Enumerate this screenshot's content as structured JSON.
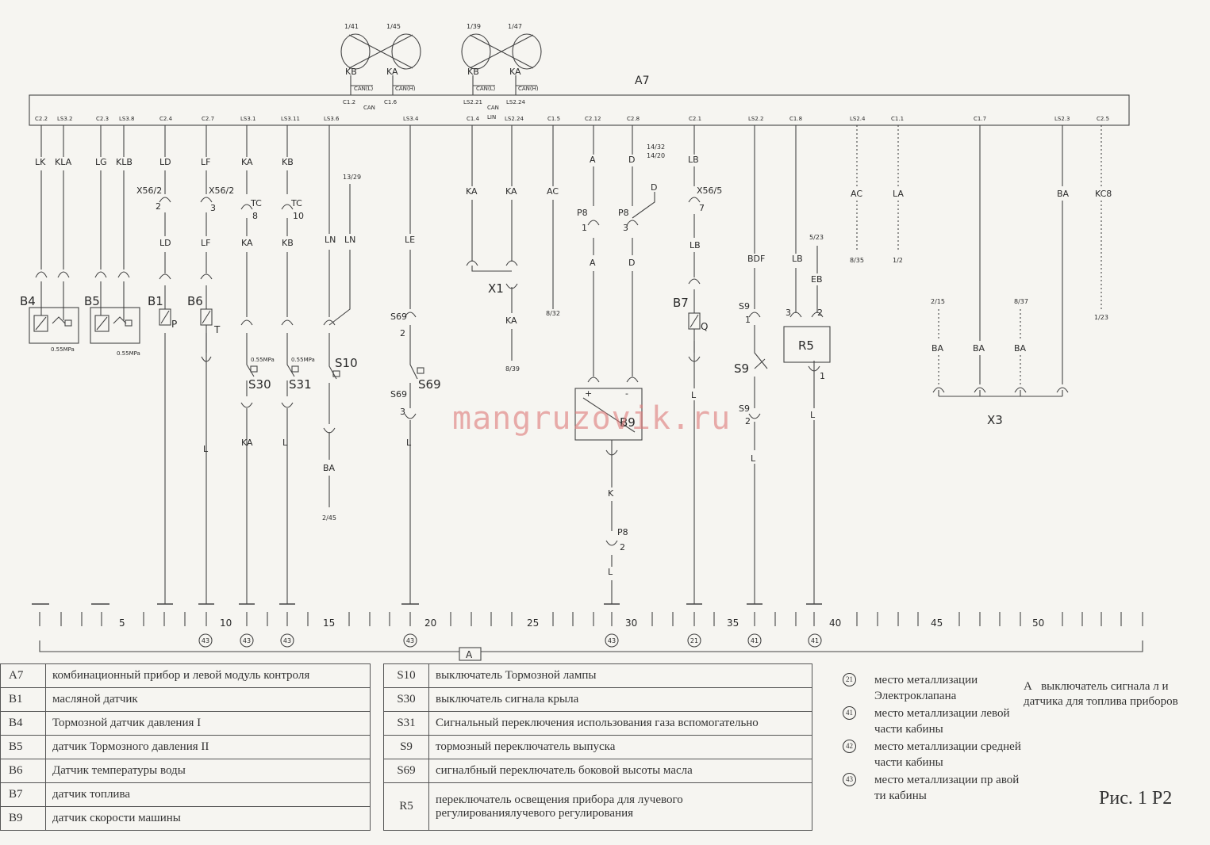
{
  "module": {
    "name": "A7"
  },
  "top_connectors": [
    {
      "from": "1/41",
      "can_label": "CAN(L)",
      "pin": "C1.2",
      "wire": "KB"
    },
    {
      "from": "1/45",
      "can_label": "CAN(H)",
      "pin": "C1.6",
      "wire": "KA"
    },
    {
      "from": "1/39",
      "can_label": "CAN(L)",
      "pin": "LS2.21",
      "wire": "KB"
    },
    {
      "from": "1/47",
      "can_label": "CAN(H)",
      "pin": "LS2.24",
      "wire": "KA"
    }
  ],
  "can_labels": [
    "CAN",
    "CAN",
    "LIN"
  ],
  "pins": [
    {
      "label": "C2.2",
      "wire": "LK"
    },
    {
      "label": "LS3.2",
      "wire": "KLA"
    },
    {
      "label": "C2.3",
      "wire": "LG"
    },
    {
      "label": "LS3.8",
      "wire": "KLB"
    },
    {
      "label": "C2.4",
      "wire": "LD"
    },
    {
      "label": "C2.7",
      "wire": "LF"
    },
    {
      "label": "LS3.1",
      "wire": "KA"
    },
    {
      "label": "LS3.11",
      "wire": "KB"
    },
    {
      "label": "LS3.6",
      "wire": "LN"
    },
    {
      "label": "LS3.4",
      "wire": "LE"
    },
    {
      "label": "C1.4",
      "wire": "KA"
    },
    {
      "label": "LS2.24",
      "wire": "KA"
    },
    {
      "label": "C1.5",
      "wire": "AC"
    },
    {
      "label": "C2.12",
      "wire": "A"
    },
    {
      "label": "C2.8",
      "wire": "D"
    },
    {
      "label": "C2.1",
      "wire": "LB"
    },
    {
      "label": "LS2.2",
      "wire": "BDF"
    },
    {
      "label": "C1.8",
      "wire": "LB"
    },
    {
      "label": "LS2.4",
      "wire": "AC"
    },
    {
      "label": "C1.1",
      "wire": "LA"
    },
    {
      "label": "C1.7",
      "wire": "BA"
    },
    {
      "label": "LS2.3",
      "wire": "BA"
    },
    {
      "label": "C2.5",
      "wire": "KC8"
    }
  ],
  "wire_labels": [
    "LD",
    "LF",
    "KA",
    "KB",
    "LN",
    "LN",
    "LB",
    "LE",
    "KA",
    "A",
    "D",
    "D",
    "BA",
    "KA",
    "L",
    "K",
    "LB",
    "EB",
    "BA",
    "BA",
    "BA"
  ],
  "connector_refs": [
    "X56/2",
    "2",
    "X56/2",
    "3",
    "TC",
    "8",
    "TC",
    "10",
    "P8",
    "1",
    "P8",
    "3",
    "X56/5",
    "7",
    "P8",
    "2",
    "S9",
    "1",
    "S9",
    "2",
    "S69",
    "2",
    "S69",
    "3",
    "3",
    "2",
    "1"
  ],
  "cross_refs": [
    "13/29",
    "14/32",
    "14/20",
    "8/32",
    "8/39",
    "2/45",
    "5/23",
    "8/35",
    "1/2",
    "1/23",
    "2/15",
    "8/37"
  ],
  "components": {
    "B4": "B4",
    "B5": "B5",
    "B1": "B1",
    "B6": "B6",
    "B7": "B7",
    "B9": "B9",
    "S10": "S10",
    "S30": "S30",
    "S31": "S31",
    "S9": "S9",
    "S69": "S69",
    "R5": "R5",
    "X1": "X1",
    "X3": "X3",
    "pressure": "0.55MPa",
    "p_letter": "P",
    "t_letter": "T",
    "q_letter": "Q"
  },
  "ruler": {
    "numbers": [
      "5",
      "10",
      "15",
      "20",
      "25",
      "30",
      "35",
      "40",
      "45",
      "50"
    ]
  },
  "ground_marks": [
    "43",
    "43",
    "43",
    "43",
    "43",
    "21",
    "41",
    "41"
  ],
  "section": {
    "label": "A"
  },
  "legend_rows": [
    {
      "code": "A7",
      "desc": "комбинационный прибор и левой модуль контроля",
      "code2": "S10",
      "desc2": "выключатель Тормозной лампы"
    },
    {
      "code": "B1",
      "desc": "масляной датчик",
      "code2": "S30",
      "desc2": "выключатель сигнала крыла"
    },
    {
      "code": "B4",
      "desc": "Тормозной датчик давления I",
      "code2": "S31",
      "desc2": "Сигнальный переключения использования газа вспомогательно"
    },
    {
      "code": "B5",
      "desc": "датчик   Тормозного давления  II",
      "code2": "S9",
      "desc2": "тормозный переключатель выпуска"
    },
    {
      "code": "B6",
      "desc": "Датчик температуры воды",
      "code2": "S69",
      "desc2": "сигналбный переключатель боковой высоты масла"
    },
    {
      "code": "B7",
      "desc": "датчик топлива",
      "code2": "R5",
      "desc2": "переключатель освещения прибора для лучевого регулированиялучевого регулирования"
    },
    {
      "code": "B9",
      "desc": "датчик скорости машины"
    }
  ],
  "ground_notes": [
    {
      "num": "21",
      "text": "место металлизации Электроклапана"
    },
    {
      "num": "41",
      "text": "место металлизации левой части кабины"
    },
    {
      "num": "42",
      "text": "место металлизации средней части кабины"
    },
    {
      "num": "43",
      "text": "место металлизации пр авой ти кабины"
    }
  ],
  "note_a": {
    "letter": "A",
    "text": "выключатель сигнала л и датчика для топлива приборов"
  },
  "figure_label": "Рис. 1 Р2",
  "watermark": "mangruzovik.ru"
}
